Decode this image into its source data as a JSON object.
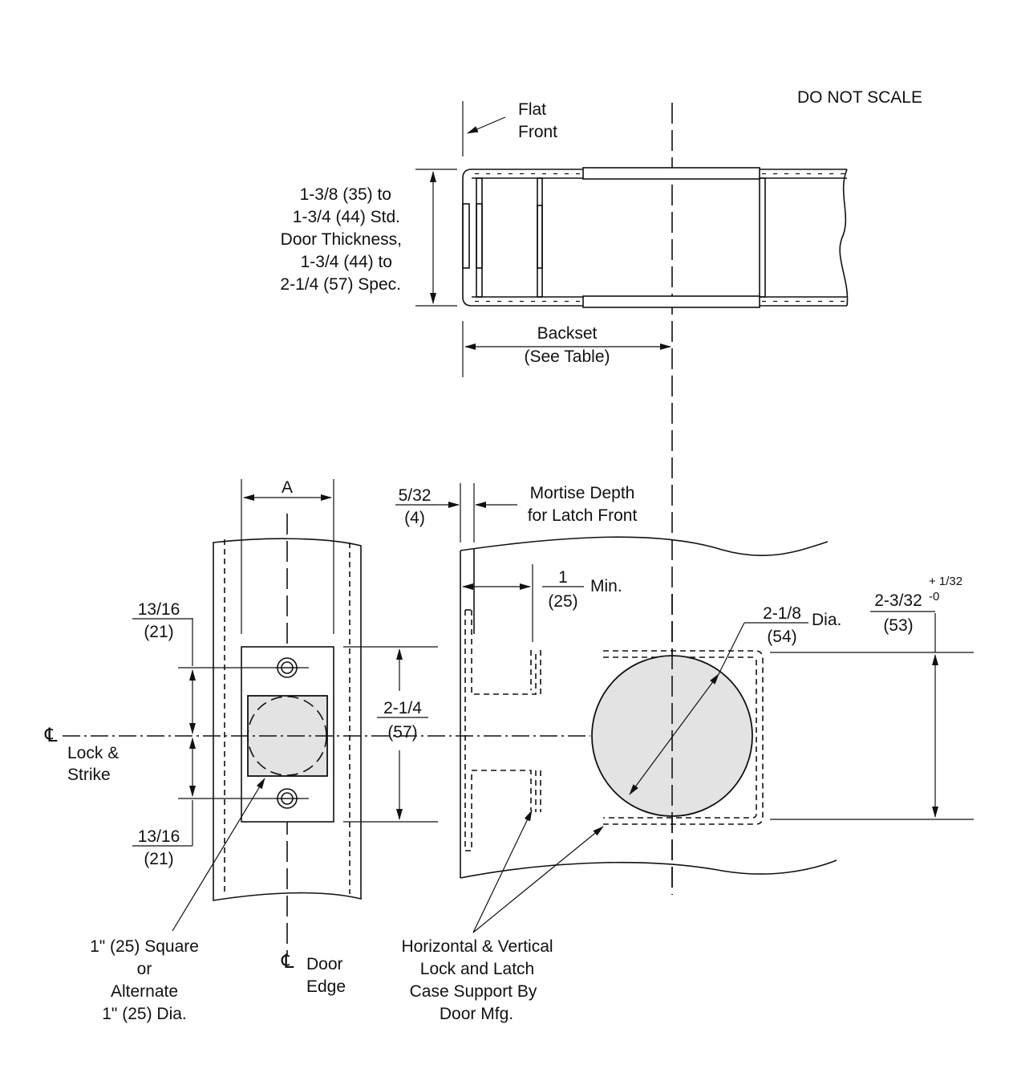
{
  "notes": {
    "do_not_scale": "DO NOT SCALE"
  },
  "top_view": {
    "flat_front": [
      "Flat",
      "Front"
    ],
    "door_thickness": [
      "1-3/8 (35) to",
      "1-3/4 (44) Std.",
      "Door Thickness,",
      "1-3/4 (44) to",
      "2-1/4 (57) Spec."
    ],
    "backset": [
      "Backset",
      "(See Table)"
    ]
  },
  "strike_view": {
    "dim_a": "A",
    "upper_offset": [
      "13/16",
      "(21)"
    ],
    "lower_offset": [
      "13/16",
      "(21)"
    ],
    "centerline_symbol": "℄",
    "lock_strike": [
      "Lock &",
      "Strike"
    ],
    "square_note": [
      "1\" (25) Square",
      "or",
      "Alternate",
      "1\" (25) Dia."
    ],
    "door_edge": [
      "Door",
      "Edge"
    ]
  },
  "latch_view": {
    "mortise_depth_value": [
      "5/32",
      "(4)"
    ],
    "mortise_depth_label": [
      "Mortise Depth",
      "for Latch Front"
    ],
    "min_dim": [
      "1",
      "(25)"
    ],
    "min_label": "Min.",
    "hole_height": [
      "2-1/4",
      "(57)"
    ],
    "bore_dia": [
      "2-1/8",
      "(54)"
    ],
    "bore_dia_label": "Dia.",
    "bore_size": [
      "2-3/32",
      "(53)"
    ],
    "tol_plus": "+ 1/32",
    "tol_minus": "-0",
    "case_support": [
      "Horizontal & Vertical",
      "Lock and Latch",
      "Case Support By",
      "Door Mfg."
    ]
  }
}
